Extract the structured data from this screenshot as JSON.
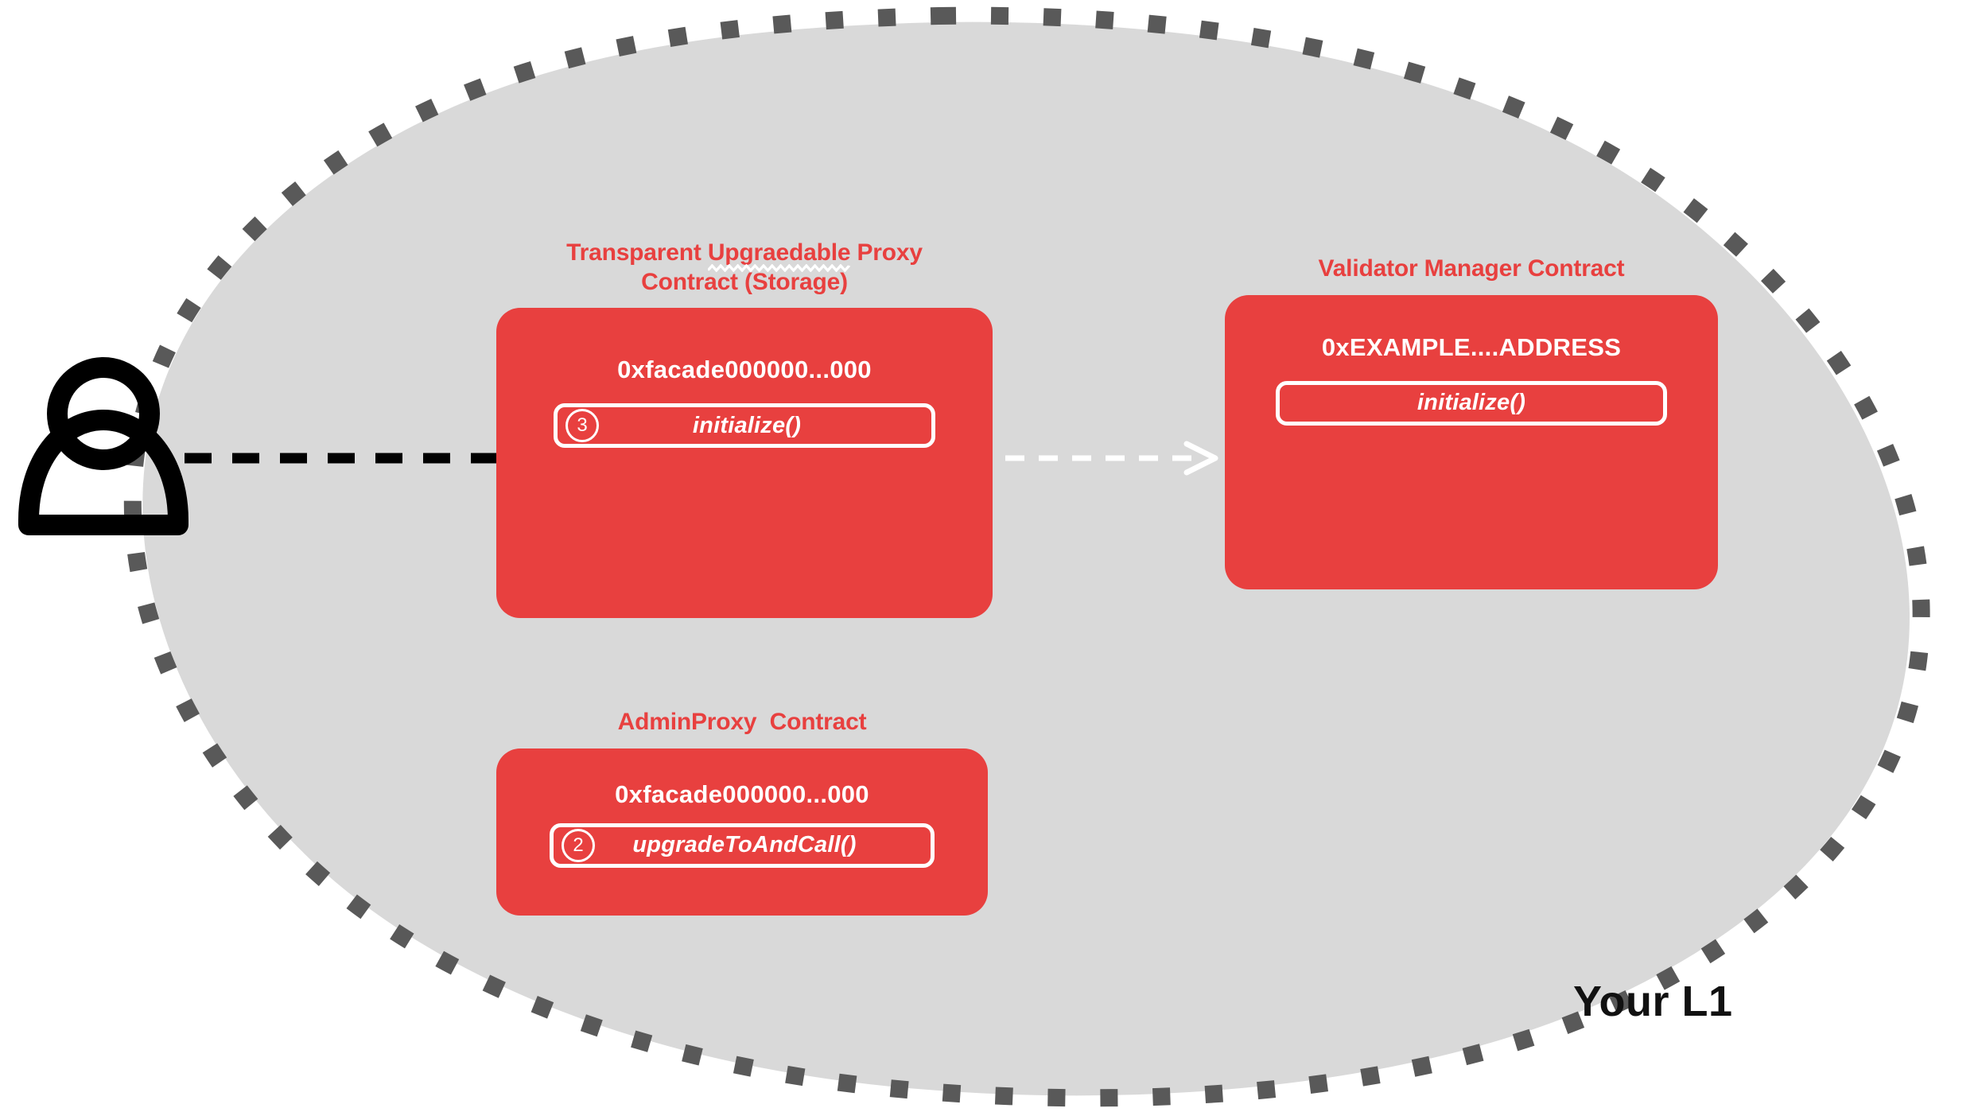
{
  "diagram": {
    "network_label": "Your L1",
    "colors": {
      "contract_red": "#E8403F",
      "blob_fill": "#D9D9D9",
      "boundary_dash": "#595959",
      "actor_black": "#000000",
      "box_text": "#FFFFFF"
    },
    "actor": {
      "icon": "user-person-icon",
      "label": ""
    },
    "boundary": {
      "name": "l1-boundary",
      "style": "dashed",
      "dash_shape": "square"
    },
    "contracts": [
      {
        "id": "transparent-upgradeable-proxy",
        "title_line1_prefix": "Transparent ",
        "title_misspelled_word": "Upgraedable",
        "title_line1_suffix": " Proxy",
        "title_line2": "Contract (Storage)",
        "title_full": "Transparent Upgraedable Proxy\nContract (Storage)",
        "address": "0xfacade000000...000",
        "method": {
          "step": "3",
          "name": "initialize()"
        }
      },
      {
        "id": "validator-manager",
        "title_full": "Validator Manager Contract",
        "address": "0xEXAMPLE....ADDRESS",
        "method": {
          "step": "",
          "name": "initialize()"
        }
      },
      {
        "id": "admin-proxy",
        "title_full": "AdminProxy  Contract",
        "address": "0xfacade000000...000",
        "method": {
          "step": "2",
          "name": "upgradeToAndCall()"
        }
      }
    ],
    "connections": [
      {
        "id": "user-to-proxy",
        "from": "actor",
        "to": "transparent-upgradeable-proxy.initialize",
        "style": "dashed",
        "color": "#000000",
        "arrowhead": "filled-triangle"
      },
      {
        "id": "proxy-to-validator-manager",
        "from": "transparent-upgradeable-proxy.initialize",
        "to": "validator-manager.initialize",
        "style": "dashed",
        "color": "#FFFFFF",
        "arrowhead": "open-chevron"
      }
    ]
  }
}
